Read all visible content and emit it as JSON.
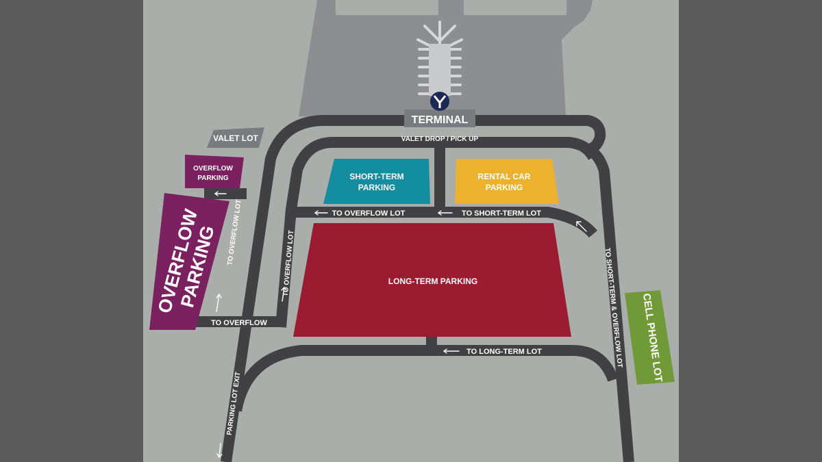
{
  "colors": {
    "frame": "#5b5b5b",
    "ground": "#a9aeaa",
    "airfield": "#8d8e92",
    "road": "#414144",
    "road_edge": "#d9d9d9",
    "short_term": "#138ea0",
    "rental_car": "#ecb22e",
    "long_term": "#9b1b30",
    "overflow": "#7b2160",
    "cell_phone": "#6f9a37",
    "label_bg": "#7a7b7f",
    "terminal_logo": "#1b2a55"
  },
  "icons": {
    "terminal_logo": "y-logo-icon",
    "arrows": "arrow-icon"
  },
  "labels": {
    "terminal": "TERMINAL",
    "valet_lot": "VALET LOT",
    "valet_drop": "VALET DROP / PICK UP",
    "overflow_small": [
      "OVERFLOW",
      "PARKING"
    ],
    "overflow_large": [
      "OVERFLOW",
      "PARKING"
    ],
    "short_term": [
      "SHORT-TERM",
      "PARKING"
    ],
    "rental_car": [
      "RENTAL CAR",
      "PARKING"
    ],
    "long_term": "LONG-TERM PARKING",
    "cell_phone": "CELL PHONE LOT",
    "to_overflow_lot_h": "TO OVERFLOW LOT",
    "to_short_term_lot": "TO SHORT-TERM LOT",
    "to_overflow_lot_v1": "TO OVERFLOW LOT",
    "to_overflow_lot_v2": "TO OVERFLOW LOT",
    "to_overflow": "TO OVERFLOW",
    "to_long_term_lot": "TO LONG-TERM LOT",
    "to_short_and_overflow": "TO SHORT-TERM  & OVERFLOW LOT",
    "parking_lot_exit": "PARKING LOT EXIT"
  }
}
